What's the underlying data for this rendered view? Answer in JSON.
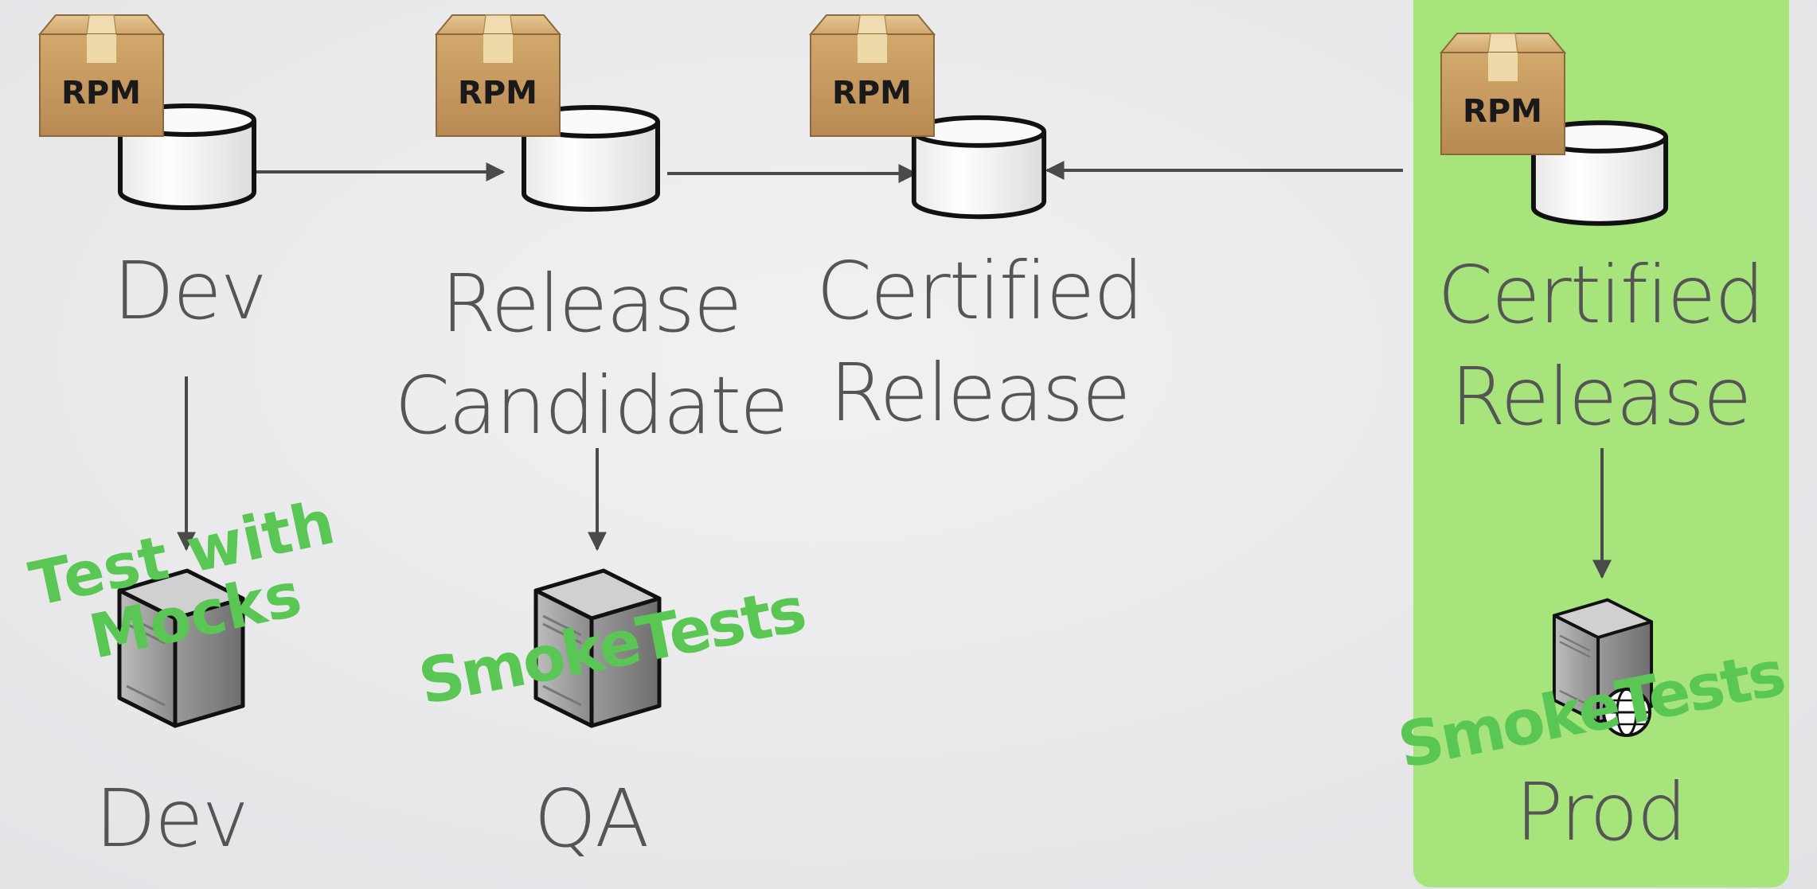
{
  "repos": [
    {
      "badge": "RPM",
      "label": "Dev"
    },
    {
      "badge": "RPM",
      "label": "Release\nCandidate"
    },
    {
      "badge": "RPM",
      "label": "Certified\nRelease"
    },
    {
      "badge": "RPM",
      "label": "Certified\nRelease"
    }
  ],
  "servers": [
    {
      "label": "Dev",
      "test": "Test with\nMocks"
    },
    {
      "label": "QA",
      "test": "SmokeTests"
    },
    {
      "label": "Prod",
      "test": "SmokeTests"
    }
  ],
  "colors": {
    "highlight": "#a8e47c",
    "test_text": "#5ac755",
    "label_text": "#555555",
    "arrow": "#4a4a4a",
    "box": "#c89a5e"
  }
}
